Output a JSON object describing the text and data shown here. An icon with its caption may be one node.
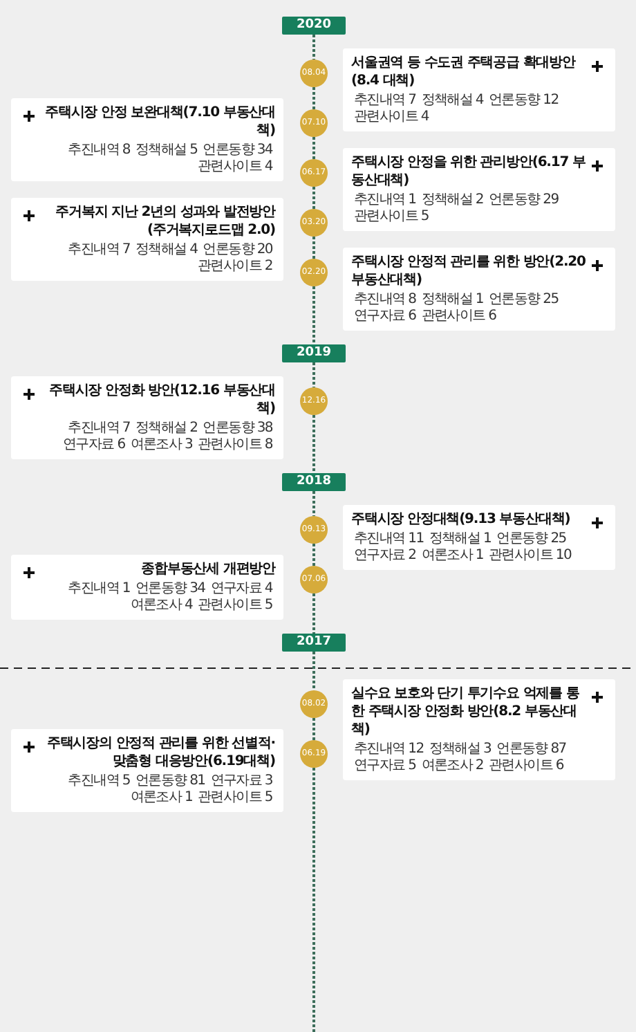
{
  "diagram": {
    "nodes": [
      {
        "text": [
          "2020"
        ]
      },
      {
        "text": [
          "08.04"
        ]
      },
      {
        "text": [
          "서울권역 등 수도권 주택공급 확대방안(8.4 대책)",
          "추진내역 7",
          "정책해설 4",
          "언론동향 12",
          "관련사이트 4"
        ]
      },
      {
        "text": [
          "07.10"
        ]
      },
      {
        "text": [
          "주택시장 안정 보완대책(7.10 부동산대책)",
          "추진내역 8",
          "정책해설 5",
          "언론동향 34",
          "관련사이트 4"
        ]
      },
      {
        "text": [
          "06.17"
        ]
      },
      {
        "text": [
          "주택시장 안정을 위한 관리방안(6.17 부동산대책)",
          "추진내역 1",
          "정책해설 2",
          "언론동향 29",
          "관련사이트 5"
        ]
      },
      {
        "text": [
          "03.20"
        ]
      },
      {
        "text": [
          "주거복지 지난 2년의 성과와 발전방안 (주거복지로드맵 2.0)",
          "추진내역 7",
          "정책해설 4",
          "언론동향 20",
          "관련사이트 2"
        ]
      },
      {
        "text": [
          "02.20"
        ]
      },
      {
        "text": [
          "주택시장 안정적 관리를 위한 방안(2.20 부동산대책)",
          "추진내역 8",
          "정책해설 1",
          "언론동향 25",
          "연구자료 6",
          "관련사이트 6"
        ]
      },
      {
        "text": [
          "2019"
        ]
      },
      {
        "text": [
          "12.16"
        ]
      },
      {
        "text": [
          "주택시장 안정화 방안(12.16 부동산대책)",
          "추진내역 7",
          "정책해설 2",
          "언론동향 38",
          "연구자료 6",
          "여론조사 3",
          "관련사이트 8"
        ]
      },
      {
        "text": [
          "2018"
        ]
      },
      {
        "text": [
          "09.13"
        ]
      },
      {
        "text": [
          "주택시장 안정대책(9.13 부동산대책)",
          "추진내역 11",
          "정책해설 1",
          "언론동향 25",
          "연구자료 2",
          "여론조사 1",
          "관련사이트 10"
        ]
      },
      {
        "text": [
          "07.06"
        ]
      },
      {
        "text": [
          "종합부동산세 개편방안",
          "추진내역 1",
          "언론동향 34",
          "연구자료 4",
          "여론조사 4",
          "관련사이트 5"
        ]
      },
      {
        "text": [
          "2017"
        ]
      },
      {
        "text": [
          "08.02"
        ]
      },
      {
        "text": [
          "실수요 보호와 단기 투기수요 억제를 통한 주택시장 안정화 방안(8.2 부동산대책)",
          "추진내역 12",
          "정책해설 3",
          "언론동향 87",
          "연구자료 5",
          "여론조사 2",
          "관련사이트 6"
        ]
      },
      {
        "text": [
          "06.19"
        ]
      },
      {
        "text": [
          "주택시장의 안정적 관리를 위한 선별적·맞춤형 대응방안(6.19대책)",
          "추진내역 5",
          "언론동향 81",
          "연구자료 3",
          "여론조사 1",
          "관련사이트 5"
        ]
      }
    ],
    "edges": [
      {
        "from": 0,
        "to": 1,
        "arrow": "none"
      },
      {
        "from": 1,
        "to": 3,
        "arrow": "none"
      },
      {
        "from": 3,
        "to": 5,
        "arrow": "none"
      },
      {
        "from": 5,
        "to": 7,
        "arrow": "none"
      },
      {
        "from": 7,
        "to": 9,
        "arrow": "none"
      },
      {
        "from": 9,
        "to": 11,
        "arrow": "none"
      },
      {
        "from": 11,
        "to": 12,
        "arrow": "none"
      },
      {
        "from": 12,
        "to": 14,
        "arrow": "none"
      },
      {
        "from": 14,
        "to": 15,
        "arrow": "none"
      },
      {
        "from": 15,
        "to": 17,
        "arrow": "none"
      },
      {
        "from": 17,
        "to": 19,
        "arrow": "none"
      },
      {
        "from": 19,
        "to": 20,
        "arrow": "none"
      },
      {
        "from": 20,
        "to": 22,
        "arrow": "none"
      },
      {
        "from": 22,
        "to": null,
        "arrow": "none"
      }
    ]
  }
}
